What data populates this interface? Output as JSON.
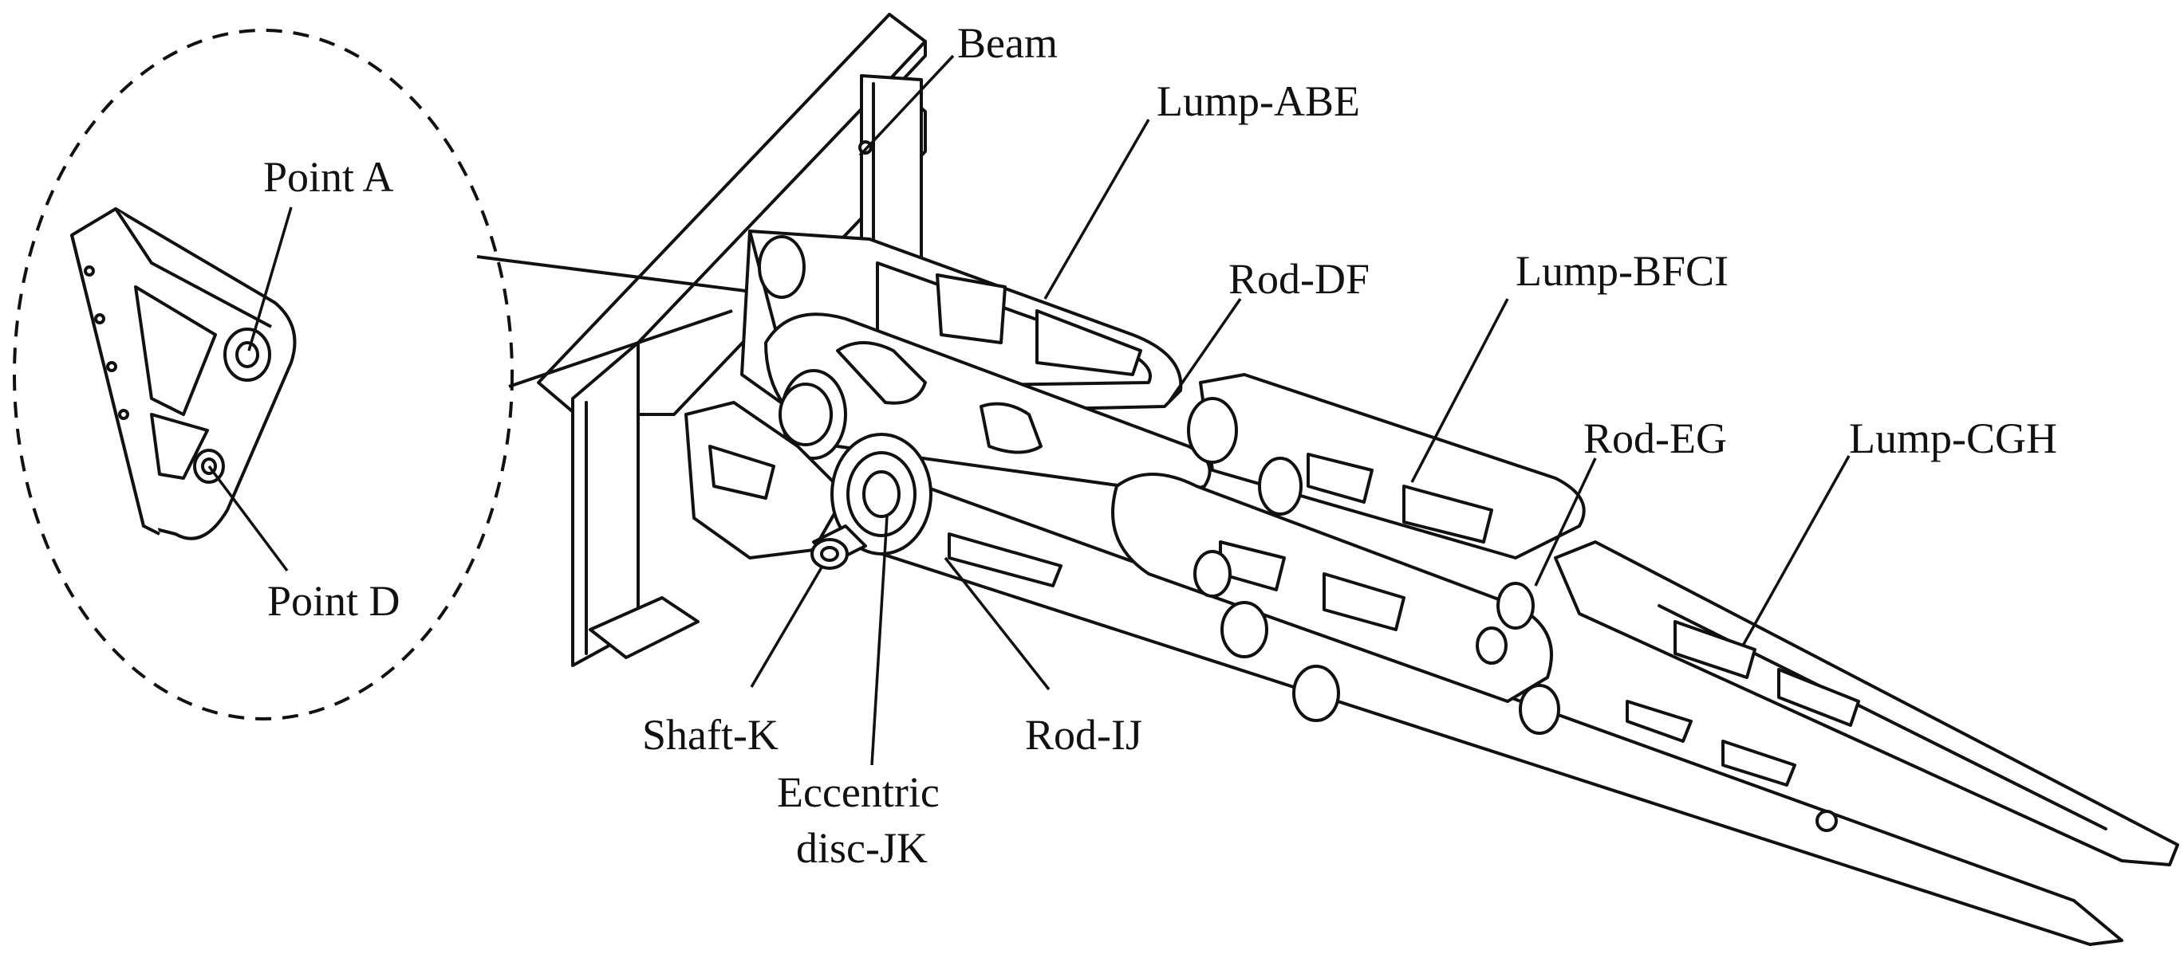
{
  "labels": {
    "beam": "Beam",
    "lump_abe": "Lump-ABE",
    "rod_df": "Rod-DF",
    "lump_bfci": "Lump-BFCI",
    "rod_eg": "Rod-EG",
    "lump_cgh": "Lump-CGH",
    "point_a": "Point A",
    "point_d": "Point D",
    "shaft_k": "Shaft-K",
    "eccentric_line1": "Eccentric",
    "eccentric_line2": "disc-JK",
    "rod_ij": "Rod-IJ"
  },
  "colors": {
    "line": "#111111",
    "background": "#ffffff"
  }
}
